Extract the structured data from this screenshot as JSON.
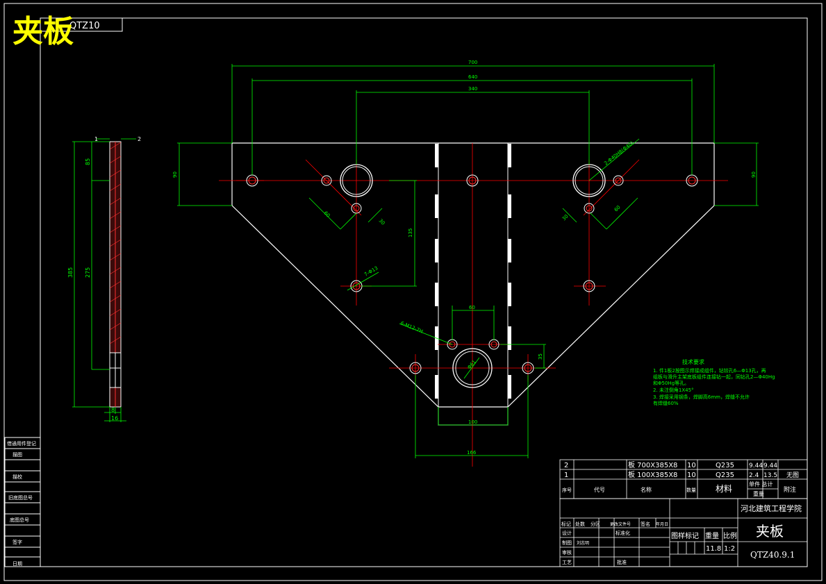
{
  "drawing": {
    "big_title": "夹板",
    "top_code": "QTZ10"
  },
  "views": {
    "front": {
      "dims": {
        "d700": "700",
        "d640": "640",
        "d340": "340",
        "d90_left": "90",
        "d90_right": "90",
        "d60_left": "60",
        "d30_left": "30",
        "d60_right": "60",
        "d30_right": "30",
        "d135": "135",
        "d60_bottom": "60",
        "d35": "35",
        "d100": "100",
        "d166": "166"
      },
      "callouts": {
        "holes_top_right": "2-Φ40H8(Φ40)",
        "holes_left": "7-Φ13",
        "holes_bottom": "6-M12-7H",
        "bore_bottom": "Φ61"
      }
    },
    "side": {
      "dims": {
        "d385": "385",
        "d275": "275",
        "d85": "85",
        "d8": "8",
        "d16": "16"
      },
      "part_refs": [
        "1",
        "2"
      ]
    }
  },
  "tech_req": {
    "title": "技术要求",
    "lines": [
      "1. 件1板2按图示焊接成组件，钻铰孔6—Φ13孔，再",
      "   组板与滑升主架底板组件连接钻一起，同钻孔2—Φ40Hg",
      "   和Φ50Hg等孔。",
      "2. 未注倒角1X45°",
      "3. 焊接采用钢条，焊脚高6mm，焊缝不允许",
      "   有焊缝60%"
    ]
  },
  "parts_list": {
    "rows": [
      {
        "no": "2",
        "code": "",
        "name": "板 700X385X8",
        "qty": "10",
        "material": "Q235",
        "unit_w": "9.44",
        "total_w": "9.44",
        "note": ""
      },
      {
        "no": "1",
        "code": "",
        "name": "板 100X385X8",
        "qty": "10",
        "material": "Q235",
        "unit_w": "2.4",
        "total_w": "13.5",
        "note": "无图"
      }
    ],
    "header": {
      "no": "序号",
      "code": "代号",
      "name": "名称",
      "qty": "数量",
      "material": "材料",
      "weight_top": "单件 总计",
      "weight_bottom": "重量",
      "note": "附注"
    }
  },
  "title_block": {
    "school": "河北建筑工程学院",
    "part_name": "夹板",
    "drawing_no": "QTZ40.9.1",
    "labels": {
      "revision_row": [
        "标记",
        "处数",
        "分区",
        "更改文件号",
        "签名",
        "年月日"
      ],
      "design": "设计",
      "standard": "标准化",
      "drawing_by": "制图",
      "drawing_by_name": "刘志明",
      "review": "审核",
      "process": "工艺",
      "approve": "批准",
      "stage_mark": "图样标记",
      "weight": "重量",
      "scale": "比例"
    },
    "weight_value": "11.8",
    "scale_value": "1:2"
  },
  "left_strip": {
    "items": [
      "借通用件登记",
      "描图",
      "",
      "描校",
      "",
      "旧底图总号",
      "",
      "底图总号",
      "",
      "签字",
      "",
      "日期"
    ]
  },
  "colors": {
    "outline": "#ffffff",
    "dimension": "#00ff00",
    "center": "#ff0000",
    "text_yellow": "#ffff00",
    "hole": "#ff3030"
  }
}
